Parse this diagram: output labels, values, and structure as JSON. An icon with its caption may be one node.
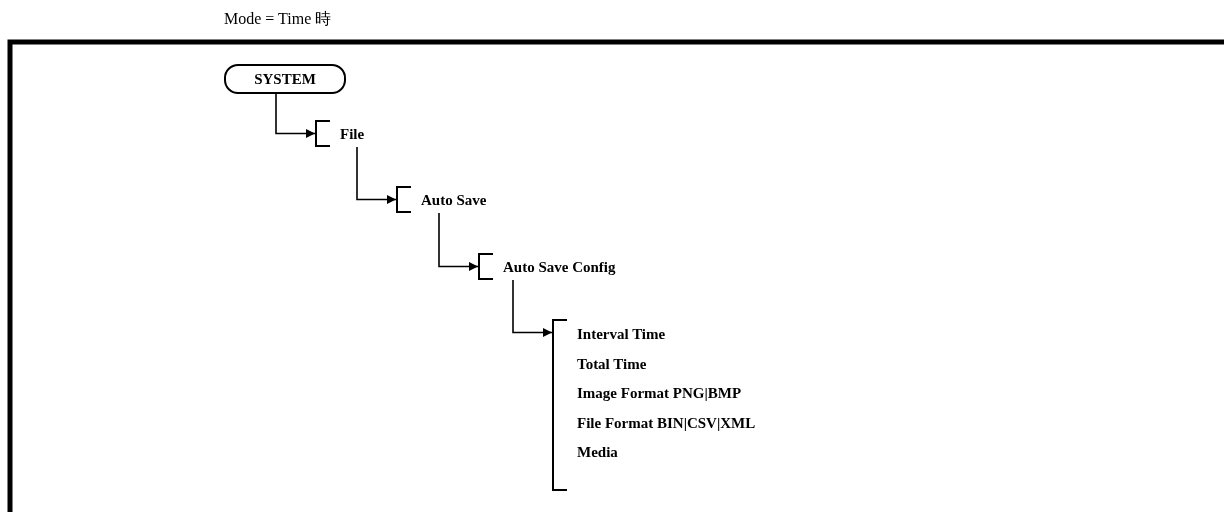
{
  "diagram": {
    "title": "Mode = Time 時",
    "nodes": [
      {
        "text": [
          "SYSTEM"
        ]
      },
      {
        "text": [
          "File"
        ]
      },
      {
        "text": [
          "Auto Save"
        ]
      },
      {
        "text": [
          "Auto Save Config"
        ]
      },
      {
        "text": [
          "Interval Time",
          "Total Time",
          "Image Format PNG|BMP",
          "File Format BIN|CSV|XML",
          "Media"
        ]
      }
    ],
    "edges": [
      {
        "from": 0,
        "to": 1,
        "arrow": "to"
      },
      {
        "from": 1,
        "to": 2,
        "arrow": "to"
      },
      {
        "from": 2,
        "to": 3,
        "arrow": "to"
      },
      {
        "from": 3,
        "to": 4,
        "arrow": "to"
      }
    ]
  }
}
